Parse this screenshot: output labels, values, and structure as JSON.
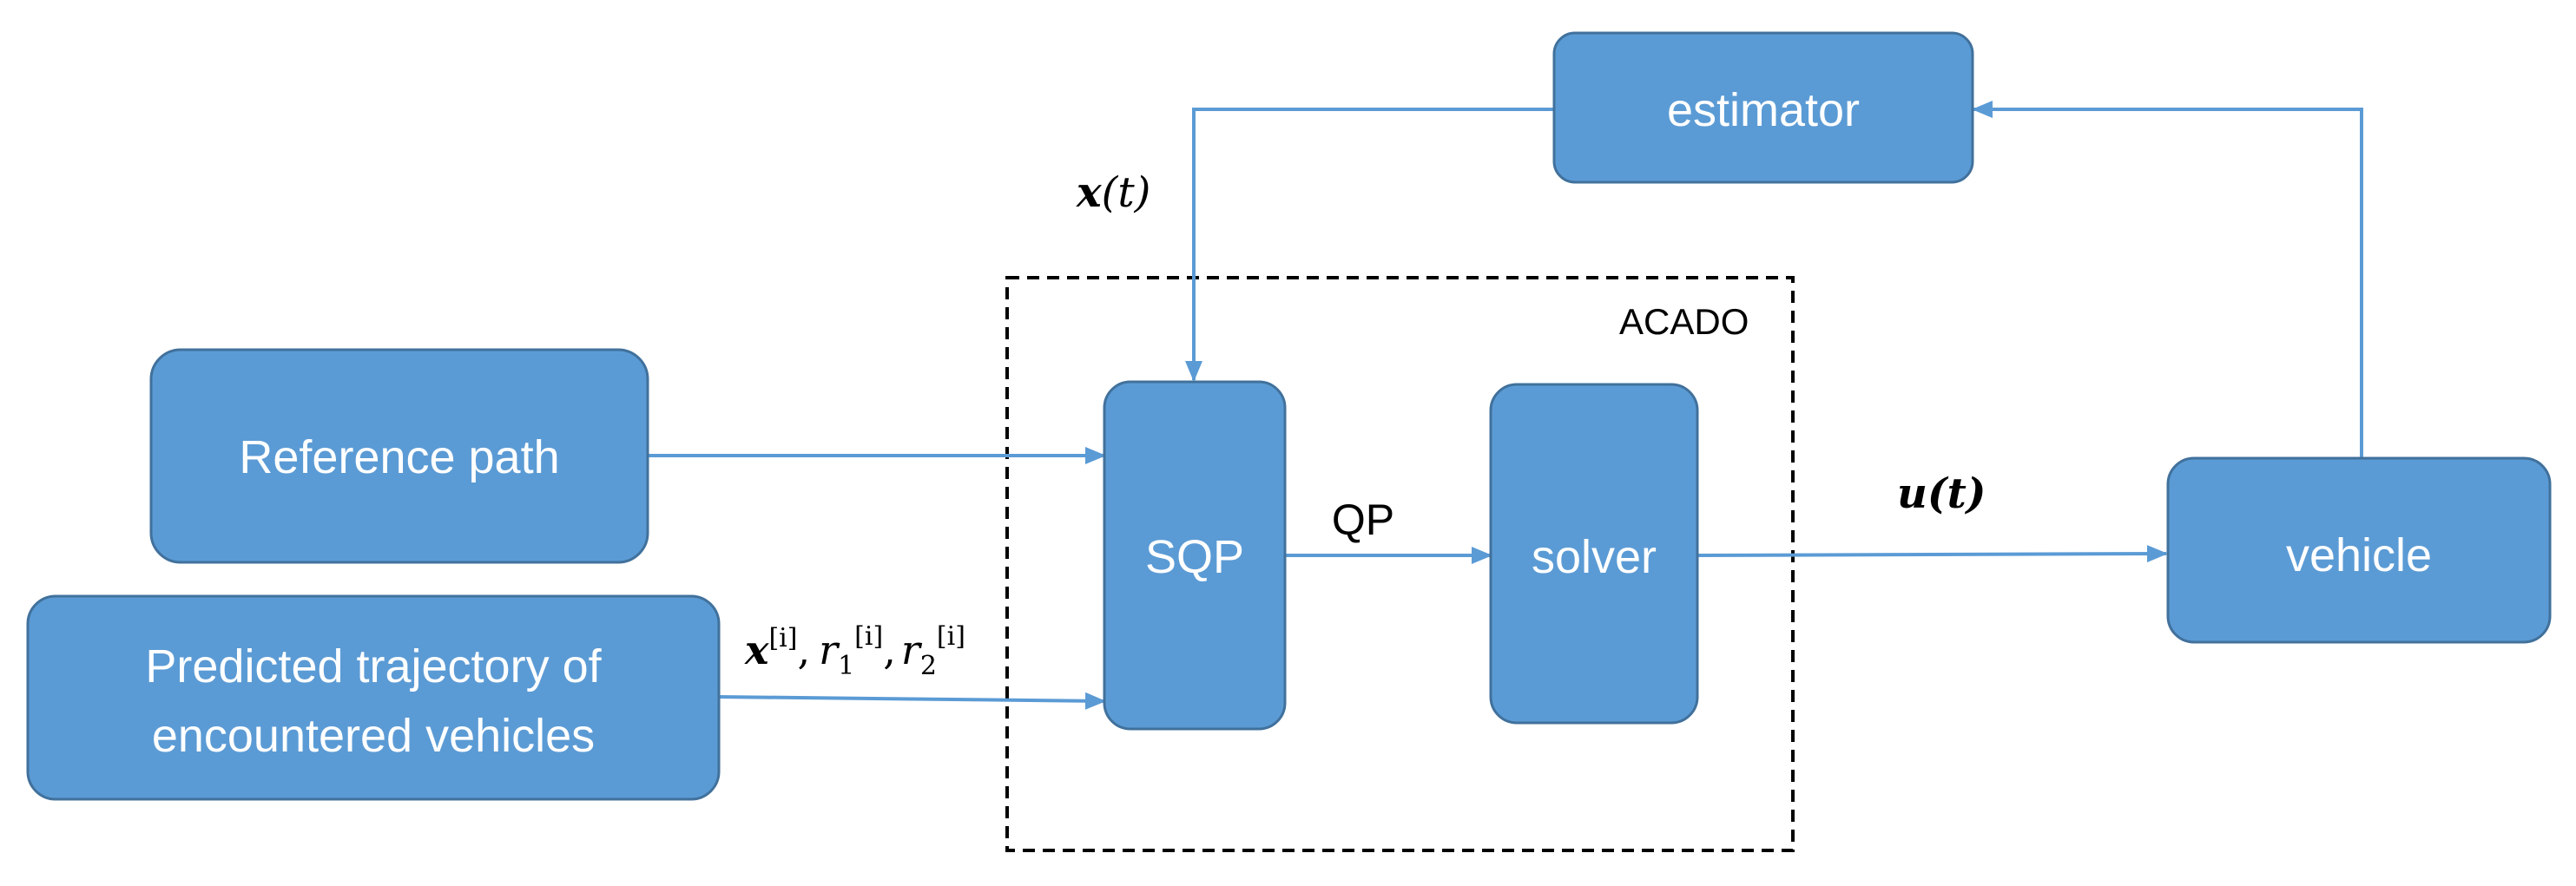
{
  "colors": {
    "box_fill": "#5b9bd5",
    "box_stroke": "#41719c",
    "arrow": "#5b9bd5",
    "frame": "#000000"
  },
  "boxes": {
    "estimator": "estimator",
    "reference_path": "Reference path",
    "predicted_trajectory": [
      "Predicted trajectory of",
      "encountered vehicles"
    ],
    "sqp": "SQP",
    "solver": "solver",
    "vehicle": "vehicle"
  },
  "frame_label": "ACADO",
  "edge_labels": {
    "qp": "QP",
    "state": {
      "symbol": "x",
      "arg": "(t)"
    },
    "control": {
      "symbol": "u",
      "arg": "(t)"
    },
    "trajectory": {
      "x": "x",
      "xi": "[i]",
      "comma1": ",",
      "r": "r",
      "r1_sub": "1",
      "r1_sup": "[i]",
      "comma2": ",",
      "r2_sub": "2",
      "r2_sup": "[i]"
    }
  }
}
